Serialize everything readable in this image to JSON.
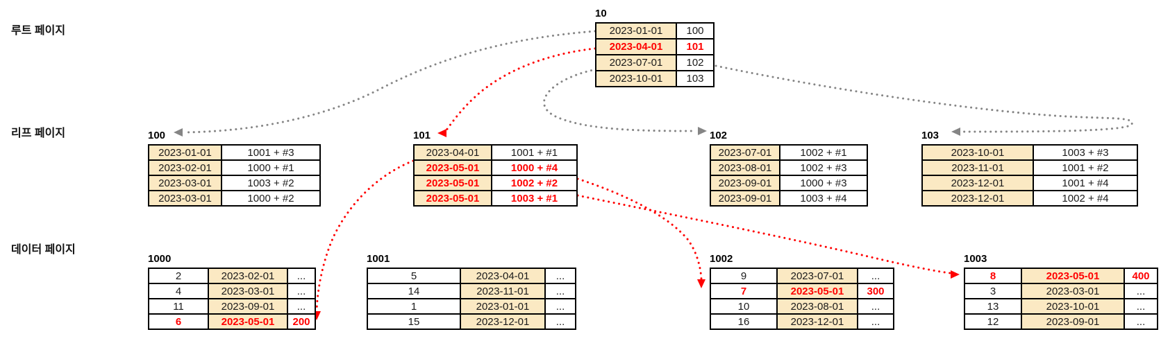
{
  "row_labels": {
    "root": "루트 페이지",
    "leaf": "리프 페이지",
    "data": "데이터 페이지"
  },
  "colors": {
    "highlight_red": "#ff0000",
    "key_cell_tan": "#fbe9c3",
    "arrow_gray": "#858585",
    "border_black": "#000000"
  },
  "tables": {
    "root10": {
      "label": "10",
      "rows": [
        {
          "hl": false,
          "cells": [
            "2023-01-01",
            "100"
          ]
        },
        {
          "hl": true,
          "cells": [
            "2023-04-01",
            "101"
          ]
        },
        {
          "hl": false,
          "cells": [
            "2023-07-01",
            "102"
          ]
        },
        {
          "hl": false,
          "cells": [
            "2023-10-01",
            "103"
          ]
        }
      ]
    },
    "leaf100": {
      "label": "100",
      "rows": [
        {
          "hl": false,
          "cells": [
            "2023-01-01",
            "1001 + #3"
          ]
        },
        {
          "hl": false,
          "cells": [
            "2023-02-01",
            "1000 + #1"
          ]
        },
        {
          "hl": false,
          "cells": [
            "2023-03-01",
            "1003 + #2"
          ]
        },
        {
          "hl": false,
          "cells": [
            "2023-03-01",
            "1000 + #2"
          ]
        }
      ]
    },
    "leaf101": {
      "label": "101",
      "rows": [
        {
          "hl": false,
          "cells": [
            "2023-04-01",
            "1001 + #1"
          ]
        },
        {
          "hl": true,
          "cells": [
            "2023-05-01",
            "1000 + #4"
          ]
        },
        {
          "hl": true,
          "cells": [
            "2023-05-01",
            "1002 + #2"
          ]
        },
        {
          "hl": true,
          "cells": [
            "2023-05-01",
            "1003 + #1"
          ]
        }
      ]
    },
    "leaf102": {
      "label": "102",
      "rows": [
        {
          "hl": false,
          "cells": [
            "2023-07-01",
            "1002 + #1"
          ]
        },
        {
          "hl": false,
          "cells": [
            "2023-08-01",
            "1002 + #3"
          ]
        },
        {
          "hl": false,
          "cells": [
            "2023-09-01",
            "1000 + #3"
          ]
        },
        {
          "hl": false,
          "cells": [
            "2023-09-01",
            "1003 + #4"
          ]
        }
      ]
    },
    "leaf103": {
      "label": "103",
      "rows": [
        {
          "hl": false,
          "cells": [
            "2023-10-01",
            "1003 + #3"
          ]
        },
        {
          "hl": false,
          "cells": [
            "2023-11-01",
            "1001 + #2"
          ]
        },
        {
          "hl": false,
          "cells": [
            "2023-12-01",
            "1001 + #4"
          ]
        },
        {
          "hl": false,
          "cells": [
            "2023-12-01",
            "1002 + #4"
          ]
        }
      ]
    },
    "data1000": {
      "label": "1000",
      "rows": [
        {
          "hl": false,
          "cells": [
            "2",
            "2023-02-01",
            "..."
          ]
        },
        {
          "hl": false,
          "cells": [
            "4",
            "2023-03-01",
            "..."
          ]
        },
        {
          "hl": false,
          "cells": [
            "11",
            "2023-09-01",
            "..."
          ]
        },
        {
          "hl": true,
          "cells": [
            "6",
            "2023-05-01",
            "200"
          ]
        }
      ]
    },
    "data1001": {
      "label": "1001",
      "rows": [
        {
          "hl": false,
          "cells": [
            "5",
            "2023-04-01",
            "..."
          ]
        },
        {
          "hl": false,
          "cells": [
            "14",
            "2023-11-01",
            "..."
          ]
        },
        {
          "hl": false,
          "cells": [
            "1",
            "2023-01-01",
            "..."
          ]
        },
        {
          "hl": false,
          "cells": [
            "15",
            "2023-12-01",
            "..."
          ]
        }
      ]
    },
    "data1002": {
      "label": "1002",
      "rows": [
        {
          "hl": false,
          "cells": [
            "9",
            "2023-07-01",
            "..."
          ]
        },
        {
          "hl": true,
          "cells": [
            "7",
            "2023-05-01",
            "300"
          ]
        },
        {
          "hl": false,
          "cells": [
            "10",
            "2023-08-01",
            "..."
          ]
        },
        {
          "hl": false,
          "cells": [
            "16",
            "2023-12-01",
            "..."
          ]
        }
      ]
    },
    "data1003": {
      "label": "1003",
      "rows": [
        {
          "hl": true,
          "cells": [
            "8",
            "2023-05-01",
            "400"
          ]
        },
        {
          "hl": false,
          "cells": [
            "3",
            "2023-03-01",
            "..."
          ]
        },
        {
          "hl": false,
          "cells": [
            "13",
            "2023-10-01",
            "..."
          ]
        },
        {
          "hl": false,
          "cells": [
            "12",
            "2023-09-01",
            "..."
          ]
        }
      ]
    }
  },
  "relations": [
    {
      "from": "10",
      "to": "100",
      "color": "gray"
    },
    {
      "from": "10 (2023-04-01)",
      "to": "101",
      "color": "red"
    },
    {
      "from": "10",
      "to": "102",
      "color": "gray"
    },
    {
      "from": "10",
      "to": "103",
      "color": "gray"
    },
    {
      "from": "101 (1000 + #4)",
      "to": "1000 (6, 2023-05-01, 200)",
      "color": "red"
    },
    {
      "from": "101 (1002 + #2)",
      "to": "1002 (7, 2023-05-01, 300)",
      "color": "red"
    },
    {
      "from": "101 (1003 + #1)",
      "to": "1003 (8, 2023-05-01, 400)",
      "color": "red"
    }
  ]
}
